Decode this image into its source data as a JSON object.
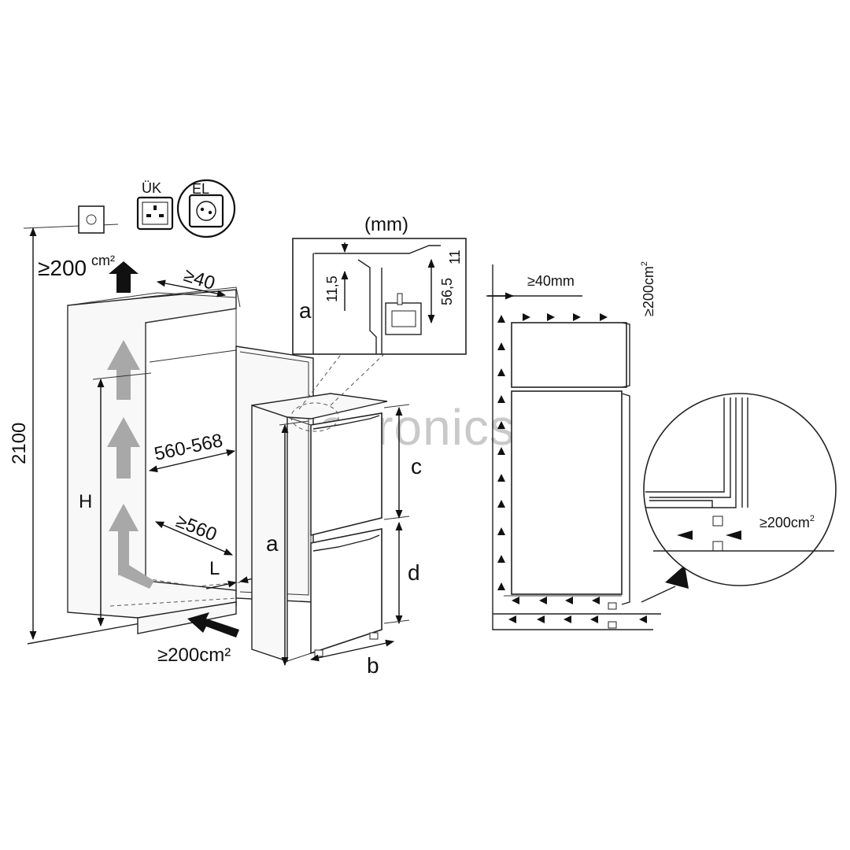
{
  "brand": {
    "watermark": "euronics"
  },
  "left_view": {
    "height_total": "2100",
    "top_vent": "≥200",
    "top_vent_unit": "cm²",
    "side_gap": "≥40",
    "niche_width": "560-568",
    "niche_depth": "≥560",
    "niche_height": "H",
    "length": "L",
    "bottom_vent": "≥200cm²"
  },
  "sockets": {
    "uk": "ÜK",
    "el": "EL"
  },
  "appliance": {
    "label_a": "a",
    "label_b": "b",
    "label_c": "c",
    "label_d": "d"
  },
  "detail": {
    "unit": "(mm)",
    "label_a": "a",
    "dim_115": "11,5",
    "dim_565": "56,5",
    "dim_11": "11"
  },
  "right_view": {
    "side_gap": "≥40mm",
    "top_vent": "≥200cm",
    "top_vent_sup": "2",
    "detail_vent": "≥200cm",
    "detail_vent_sup": "2"
  }
}
